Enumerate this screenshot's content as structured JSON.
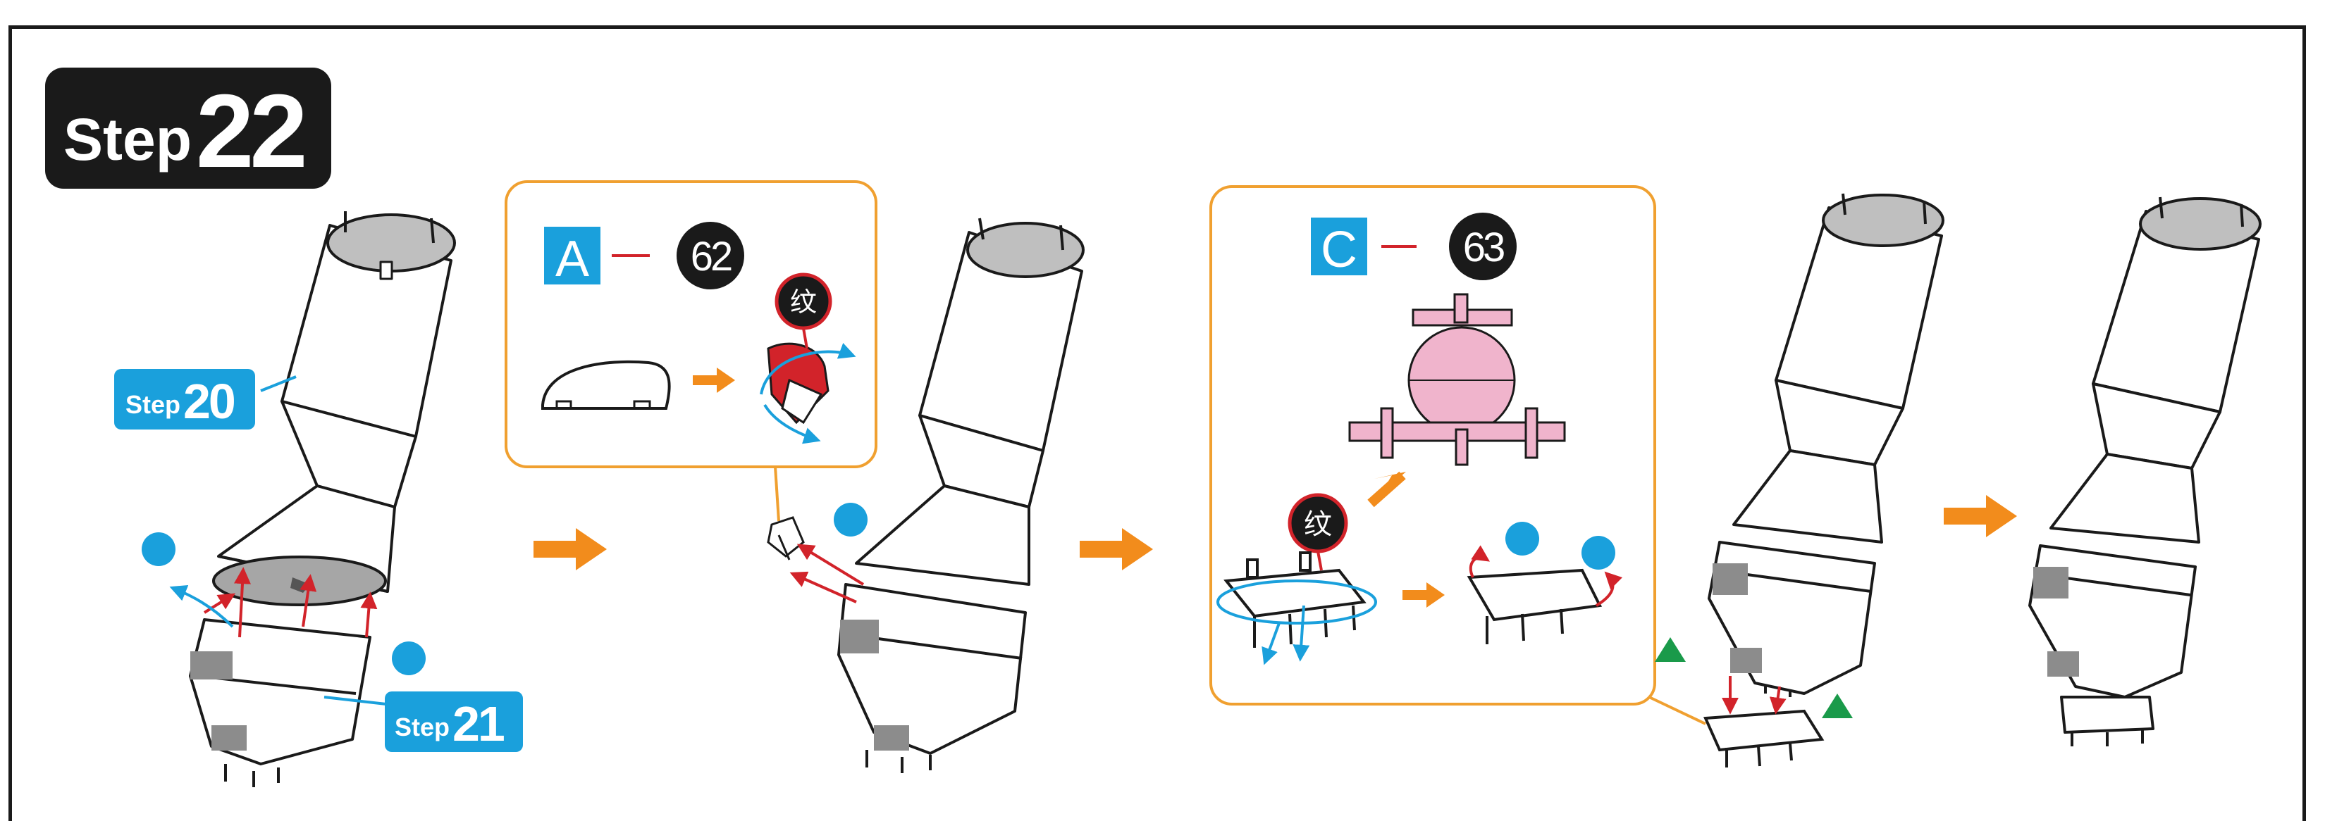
{
  "step": {
    "word": "Step",
    "number": "22"
  },
  "callouts": {
    "step20": {
      "word": "Step",
      "number": "20"
    },
    "step21": {
      "word": "Step",
      "number": "21"
    }
  },
  "panel_a": {
    "letter": "A",
    "part": "62",
    "texture_mark": "纹"
  },
  "panel_c": {
    "letter": "C",
    "part": "63",
    "texture_mark": "纹"
  },
  "colors": {
    "panel_border": "#f0a030",
    "arrow": "#f28c1c",
    "letter_box": "#1aa0dc",
    "dot": "#1aa0dc",
    "triangle": "#1a9a4a",
    "part_pink": "#f0b4cc",
    "part_red": "#d2232a",
    "outline": "#1a1a1a"
  }
}
